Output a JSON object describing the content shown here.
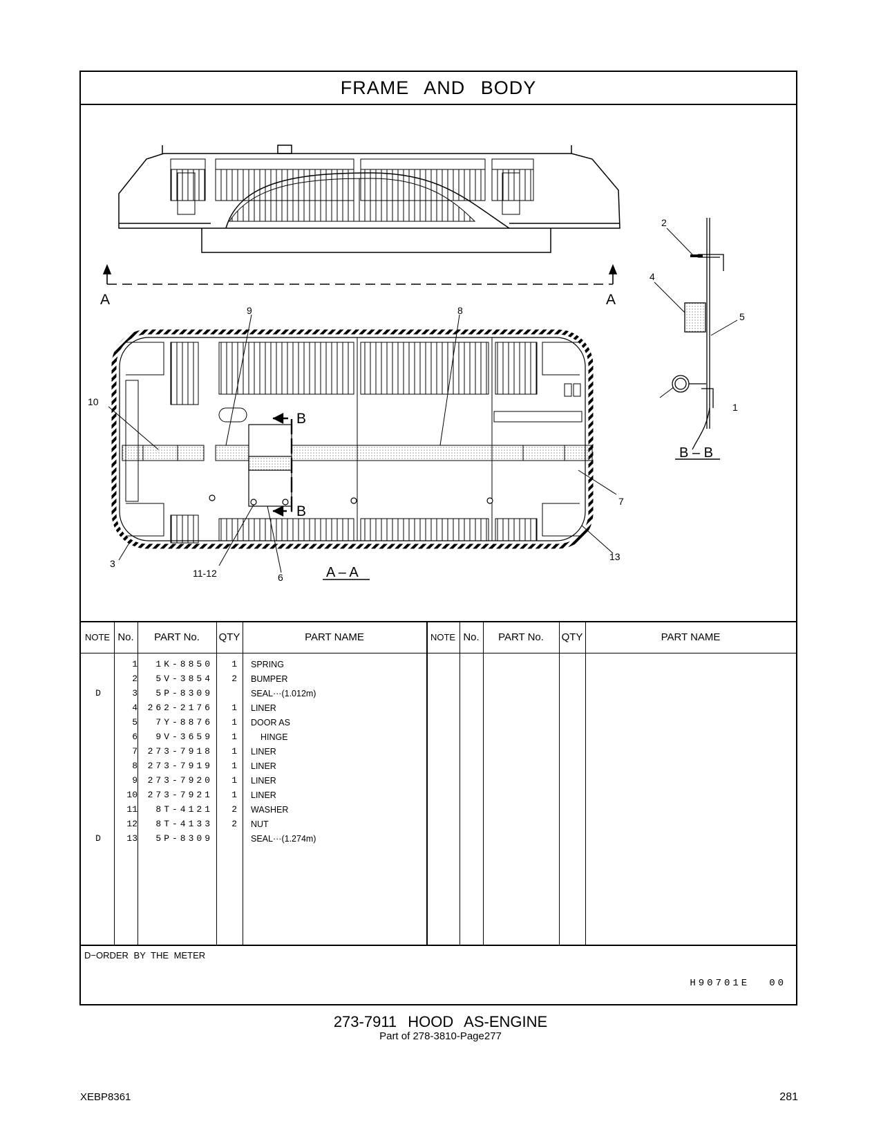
{
  "header": {
    "title": "FRAME AND BODY"
  },
  "drawing": {
    "section_labels": {
      "a_left": "A",
      "a_right": "A",
      "b_top": "B",
      "b_bottom": "B",
      "view_aa": "A – A",
      "view_bb": "B – B"
    },
    "callouts": {
      "c1": "1",
      "c2": "2",
      "c3": "3",
      "c4": "4",
      "c5": "5",
      "c6": "6",
      "c7": "7",
      "c8": "8",
      "c9": "9",
      "c10": "10",
      "c11_12": "11-12",
      "c13": "13"
    }
  },
  "table": {
    "headers": {
      "note": "NOTE",
      "no": "No.",
      "part_no": "PART No.",
      "qty": "QTY",
      "part_name": "PART NAME"
    },
    "rows": [
      {
        "note": "",
        "no": "1",
        "part_no": "1K-8850",
        "qty": "1",
        "name": "SPRING"
      },
      {
        "note": "",
        "no": "2",
        "part_no": "5V-3854",
        "qty": "2",
        "name": "BUMPER"
      },
      {
        "note": "D",
        "no": "3",
        "part_no": "5P-8309",
        "qty": "",
        "name": "SEAL···(1.012m)"
      },
      {
        "note": "",
        "no": "4",
        "part_no": "262-2176",
        "qty": "1",
        "name": "LINER"
      },
      {
        "note": "",
        "no": "5",
        "part_no": "7Y-8876",
        "qty": "1",
        "name": "DOOR AS"
      },
      {
        "note": "",
        "no": "6",
        "part_no": "9V-3659",
        "qty": "1",
        "name": "HINGE"
      },
      {
        "note": "",
        "no": "7",
        "part_no": "273-7918",
        "qty": "1",
        "name": "LINER"
      },
      {
        "note": "",
        "no": "8",
        "part_no": "273-7919",
        "qty": "1",
        "name": "LINER"
      },
      {
        "note": "",
        "no": "9",
        "part_no": "273-7920",
        "qty": "1",
        "name": "LINER"
      },
      {
        "note": "",
        "no": "10",
        "part_no": "273-7921",
        "qty": "1",
        "name": "LINER"
      },
      {
        "note": "",
        "no": "11",
        "part_no": "8T-4121",
        "qty": "2",
        "name": "WASHER"
      },
      {
        "note": "",
        "no": "12",
        "part_no": "8T-4133",
        "qty": "2",
        "name": "NUT"
      },
      {
        "note": "D",
        "no": "13",
        "part_no": "5P-8309",
        "qty": "",
        "name": "SEAL···(1.274m)"
      }
    ]
  },
  "footnote": "D−ORDER BY THE METER",
  "drawing_code": "H90701E",
  "revision": "00",
  "page_title": "273-7911 HOOD AS-ENGINE",
  "page_subtitle": "Part of 278-3810-Page277",
  "doc_id": "XEBP8361",
  "page_number": "281"
}
